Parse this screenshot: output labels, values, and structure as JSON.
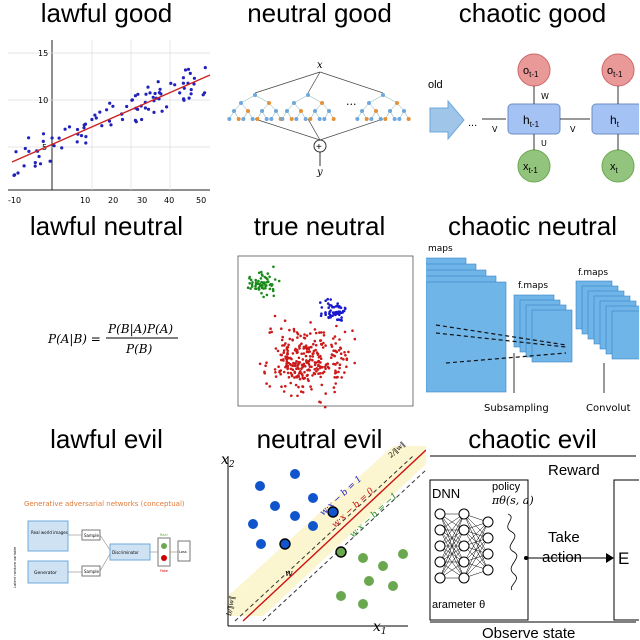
{
  "meme": {
    "cells": [
      {
        "label": "lawful good"
      },
      {
        "label": "neutral good"
      },
      {
        "label": "chaotic good"
      },
      {
        "label": "lawful neutral"
      },
      {
        "label": "true neutral"
      },
      {
        "label": "chaotic neutral"
      },
      {
        "label": "lawful evil"
      },
      {
        "label": "neutral evil"
      },
      {
        "label": "chaotic evil"
      }
    ]
  },
  "lawful_good": {
    "y_ticks": [
      "15",
      "10",
      "5"
    ],
    "x_ticks": [
      "-10",
      "10",
      "20",
      "30",
      "40",
      "50"
    ],
    "colors": {
      "points": "#2222bb",
      "fit_line": "#cc2222"
    }
  },
  "neutral_good": {
    "top_label": "x",
    "bottom_label": "y",
    "ellipsis": "...",
    "sum_symbol": "+"
  },
  "chaotic_good": {
    "cut_text": "old",
    "ellipsis": "...",
    "hidden_1": "h",
    "hidden_1_sub": "t-1",
    "hidden_2": "h",
    "hidden_2_sub": "t",
    "output_1": "o",
    "output_1_sub": "t-1",
    "output_2": "o",
    "output_2_sub": "t-1",
    "input_1": "x",
    "input_1_sub": "t-1",
    "input_2": "x",
    "input_2_sub": "t",
    "weight_w": "W",
    "weight_v": "V",
    "weight_u": "U"
  },
  "lawful_neutral": {
    "lhs": "P(A|B) =",
    "numerator": "P(B|A)P(A)",
    "denominator": "P(B)"
  },
  "true_neutral": {
    "colors": {
      "green": "#1a8a1a",
      "blue": "#1a1acc",
      "red": "#cc1a1a"
    }
  },
  "chaotic_neutral": {
    "maps_label_left": "maps",
    "maps_label_mid": "f.maps",
    "maps_label_right": "f.maps",
    "subsampling": "Subsampling",
    "convolution": "Convolut"
  },
  "lawful_evil": {
    "heading": "Generative adversarial networks (conceptual)",
    "box_real": "Real world images",
    "box_sample_top": "Sample",
    "box_generator": "Generator",
    "box_sample_bottom": "Sample",
    "box_discriminator": "Discriminator",
    "box_loss": "Loss",
    "real_label": "Real",
    "fake_label": "Fake",
    "latent_label": "Latent random variable"
  },
  "neutral_evil": {
    "axis_x2": "x",
    "axis_x2_sub": "2",
    "axis_x1": "x",
    "axis_x1_sub": "1",
    "line_top": "w·x − b = 1",
    "line_mid": "w·x − b = 0",
    "line_bottom": "w·x − b = −1",
    "margin_label": "2/‖w‖",
    "b_label": "b/‖w‖",
    "w_label": "w"
  },
  "chaotic_evil": {
    "reward": "Reward",
    "dnn": "DNN",
    "policy": "policy",
    "policy_formula": "πθ(s, a)",
    "parameter": "arameter θ",
    "take": "Take",
    "action": "action",
    "env_letter": "E",
    "observe": "Observe state"
  }
}
